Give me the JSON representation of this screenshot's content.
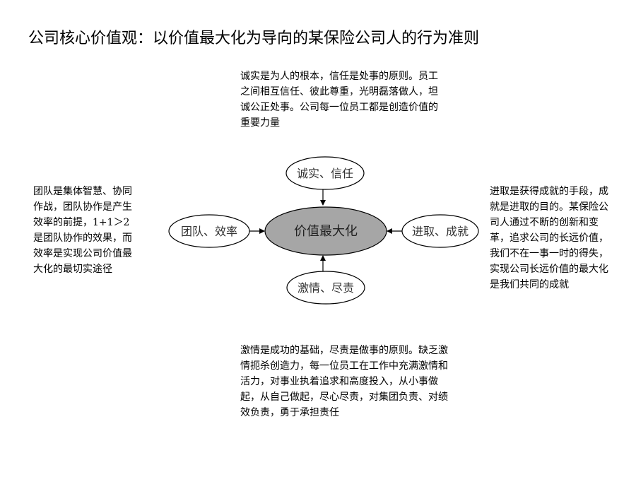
{
  "title": "公司核心价值观：以价值最大化为导向的某保险公司人的行为准则",
  "diagram": {
    "center": "价值最大化",
    "top": "诚实、信任",
    "left": "团队、效率",
    "right": "进取、成就",
    "bottom": "激情、尽责"
  },
  "descriptions": {
    "top": "诚实是为人的根本，信任是处事的原则。员工之间相互信任、彼此尊重，光明磊落做人，坦诚公正处事。公司每一位员工都是创造价值的重要力量",
    "left": "团队是集体智慧、协同作战，团队协作是产生效率的前提，1+1＞2是团队协作的效果，而效率是实现公司价值最大化的最切实途径",
    "right": "进取是获得成就的手段，成就是进取的目的。某保险公司人通过不断的创新和变革，追求公司的长远价值，我们不在一事一时的得失，实现公司长远价值的最大化是我们共同的成就",
    "bottom": "激情是成功的基础，尽责是做事的原则。缺乏激情扼杀创造力，每一位员工在工作中充满激情和活力，对事业执着追求和高度投入，从小事做起，从自己做起，尽心尽责，对集团负责、对绩效负责，勇于承担责任"
  },
  "colors": {
    "center_fill": "#a6a6a6",
    "node_fill": "#ffffff",
    "stroke": "#000000"
  }
}
